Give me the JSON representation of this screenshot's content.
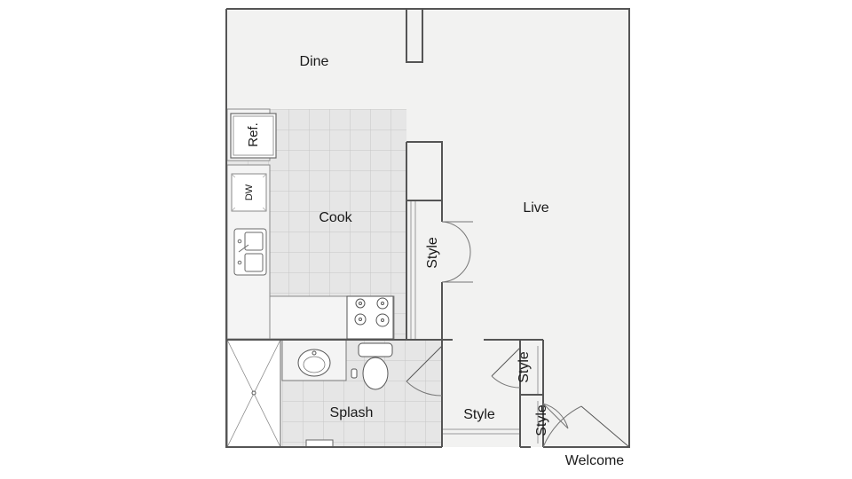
{
  "rooms": {
    "dine": "Dine",
    "live": "Live",
    "cook": "Cook",
    "splash": "Splash",
    "style_pantry": "Style",
    "style_hall": "Style",
    "style_closet_upper": "Style",
    "style_closet_lower": "Style",
    "welcome": "Welcome"
  },
  "fixtures": {
    "refrigerator": "Ref.",
    "dishwasher": "DW"
  },
  "colors": {
    "wall": "#555555",
    "floor": "#f2f2f1",
    "tile": "#e4e4e4",
    "tile_grid": "#c8c8c8",
    "fixture_stroke": "#666666"
  }
}
